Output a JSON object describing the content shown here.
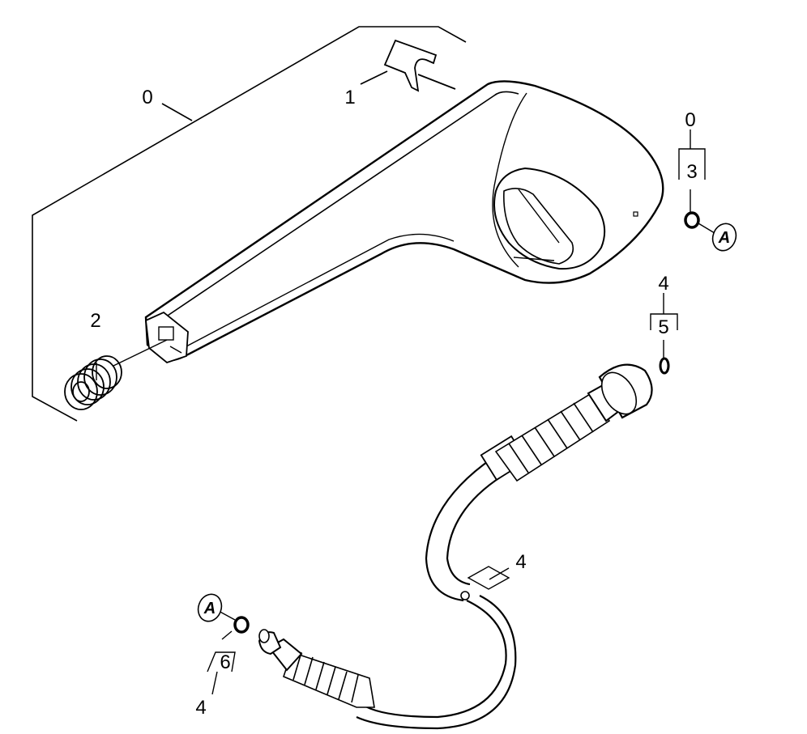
{
  "callouts": {
    "assembly_left": "0",
    "clip": "1",
    "spring": "2",
    "assembly_right": "0",
    "oring_top": "3",
    "hose_kit_top": "4",
    "hose_seal_top": "5",
    "hose_mid": "4",
    "hose_seal_bottom": "6",
    "hose_kit_bottom": "4"
  },
  "markers": {
    "grease_top": "A",
    "grease_bottom": "A"
  },
  "colors": {
    "line": "#000000",
    "background": "#ffffff",
    "part_fill": "#ffffff"
  }
}
